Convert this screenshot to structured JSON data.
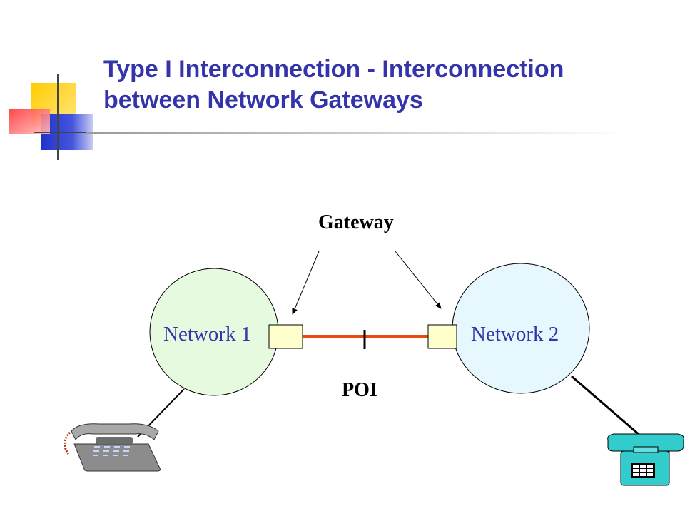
{
  "slide": {
    "title_line1": "Type I Interconnection - Interconnection",
    "title_line2": "between Network Gateways"
  },
  "diagram": {
    "gateway_label": "Gateway",
    "poi_label": "POI",
    "network1_label": "Network 1",
    "network2_label": "Network 2"
  },
  "colors": {
    "title": "#3333aa",
    "network1_fill": "#e6fae0",
    "network2_fill": "#e6f8fe",
    "gateway_fill": "#ffffcc",
    "link": "#e84a10",
    "phone_left": "#909090",
    "phone_right": "#33cccc"
  },
  "icons": [
    "decorative-squares-icon",
    "telephone-icon",
    "telephone-icon"
  ]
}
